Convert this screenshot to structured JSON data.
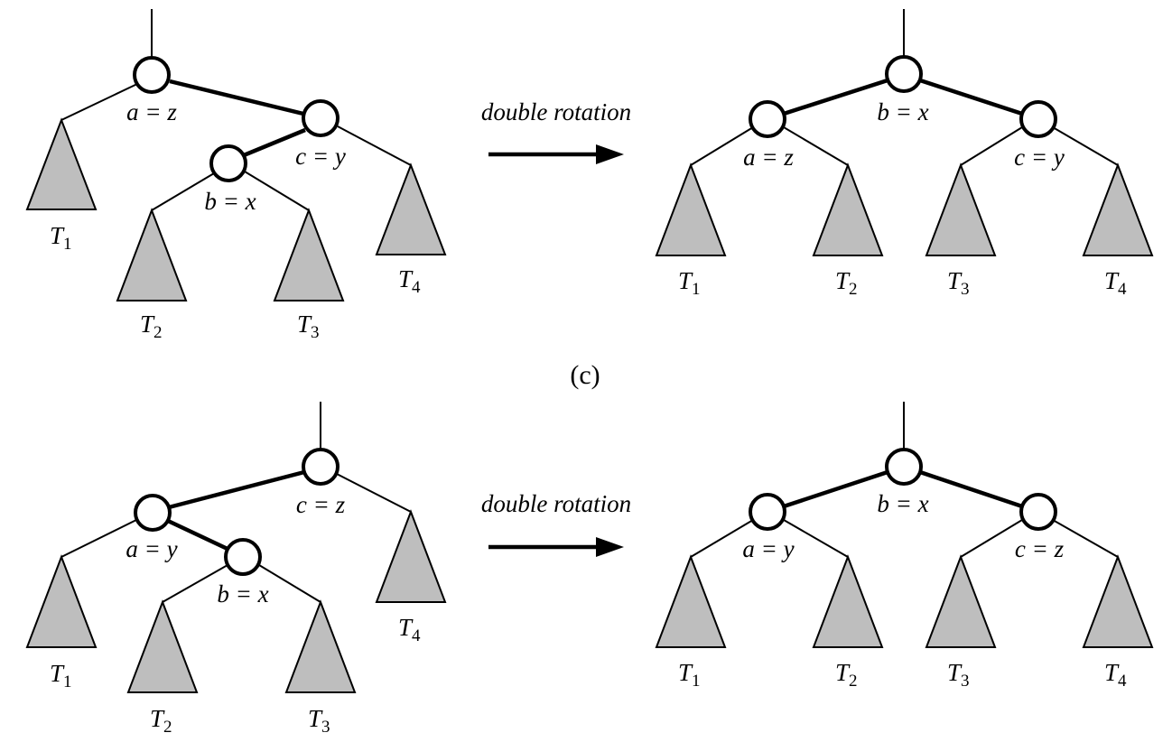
{
  "caption": "(c)",
  "arrows": {
    "top": "double rotation",
    "bottom": "double rotation"
  },
  "node_labels": {
    "top_before": [
      "a = z",
      "c = y",
      "b = x"
    ],
    "top_after": [
      "b = x",
      "a = z",
      "c = y"
    ],
    "bottom_before": [
      "c = z",
      "a = y",
      "b = x"
    ],
    "bottom_after": [
      "b = x",
      "a = y",
      "c = z"
    ]
  },
  "subtree_labels": {
    "T1": {
      "base": "T",
      "sub": "1"
    },
    "T2": {
      "base": "T",
      "sub": "2"
    },
    "T3": {
      "base": "T",
      "sub": "3"
    },
    "T4": {
      "base": "T",
      "sub": "4"
    }
  },
  "colors": {
    "subtree_fill": "#bebebe",
    "node_fill": "#ffffff",
    "stroke": "#000000"
  }
}
